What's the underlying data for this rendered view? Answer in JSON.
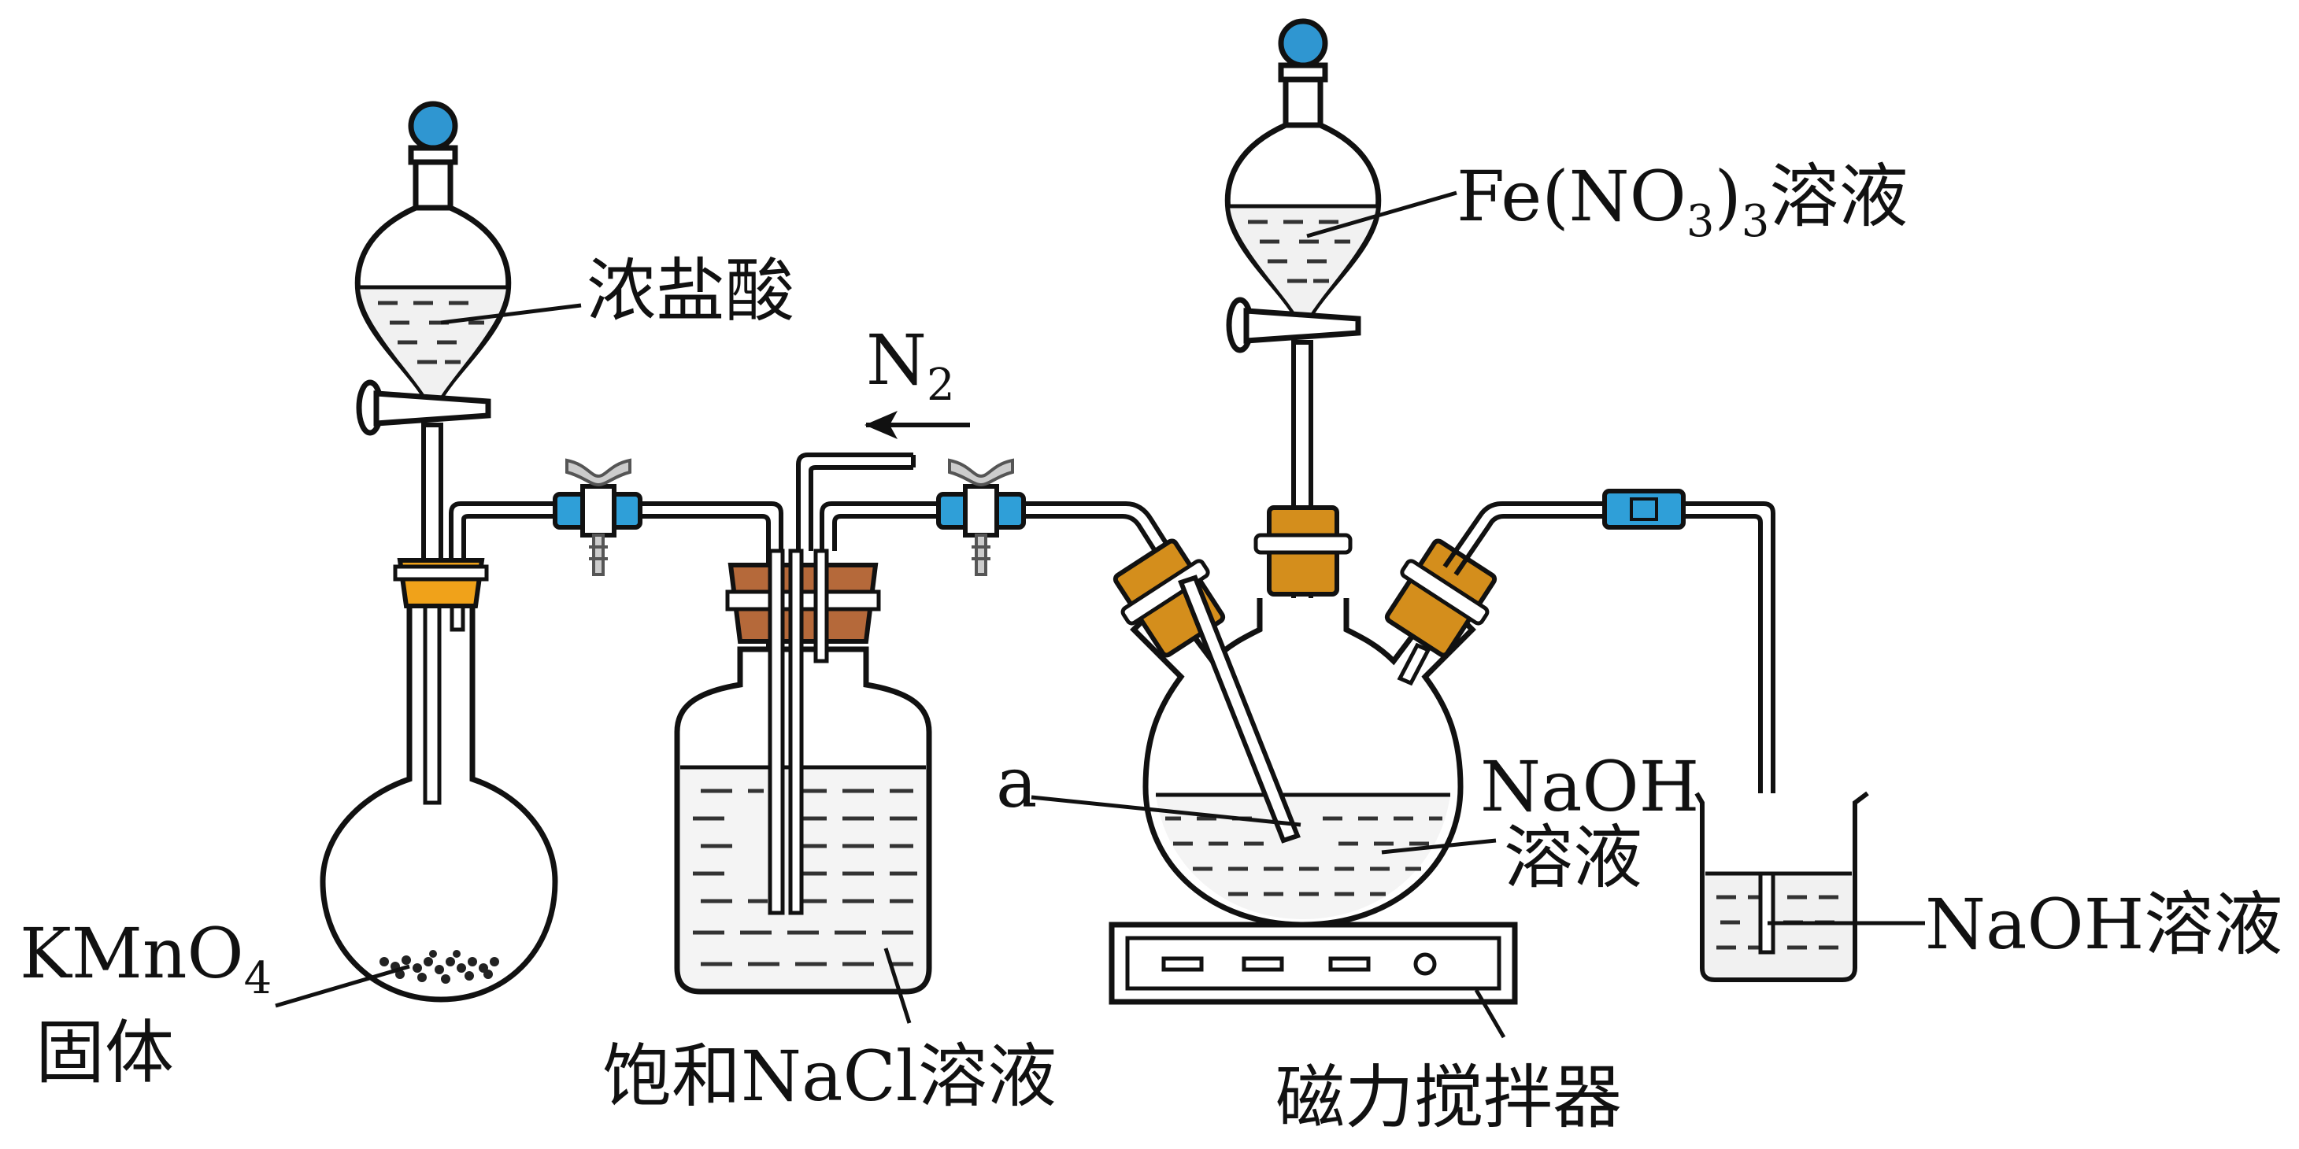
{
  "labels": {
    "conc_hcl": "浓盐酸",
    "n2": "N",
    "n2_sub": "2",
    "fe_no3_a": "Fe(NO",
    "fe_no3_sub1": "3",
    "fe_no3_b": ")",
    "fe_no3_sub2": "3",
    "fe_no3_c": "溶液",
    "a": "a",
    "naoh_flask_1": "NaOH",
    "naoh_flask_2": "溶液",
    "naoh_beaker": "NaOH溶液",
    "kmno4_a": "KMnO",
    "kmno4_sub": "4",
    "kmno4_b": "固体",
    "nacl": "饱和NaCl溶液",
    "stirrer": "磁力搅拌器"
  },
  "colors": {
    "stopper_cap": "#2f96d1",
    "clamp_blue": "#2f9fd8",
    "cork_orange": "#f0a21a",
    "cork_amber": "#d48e1c",
    "rubber_brown": "#b5693a",
    "glass_outline": "#111111",
    "liquid_dash": "#333333",
    "solid_grains": "#222222"
  },
  "icons": {
    "left_funnel": "separatory-funnel-icon",
    "right_funnel": "separatory-funnel-icon",
    "round_flask": "round-bottom-flask-icon",
    "gas_bottle": "gas-washing-bottle-icon",
    "three_neck_flask": "three-neck-flask-icon",
    "beaker": "beaker-icon",
    "stirrer": "magnetic-stirrer-icon",
    "clamp": "pinch-clamp-icon",
    "arrow": "gas-flow-arrow-icon"
  }
}
